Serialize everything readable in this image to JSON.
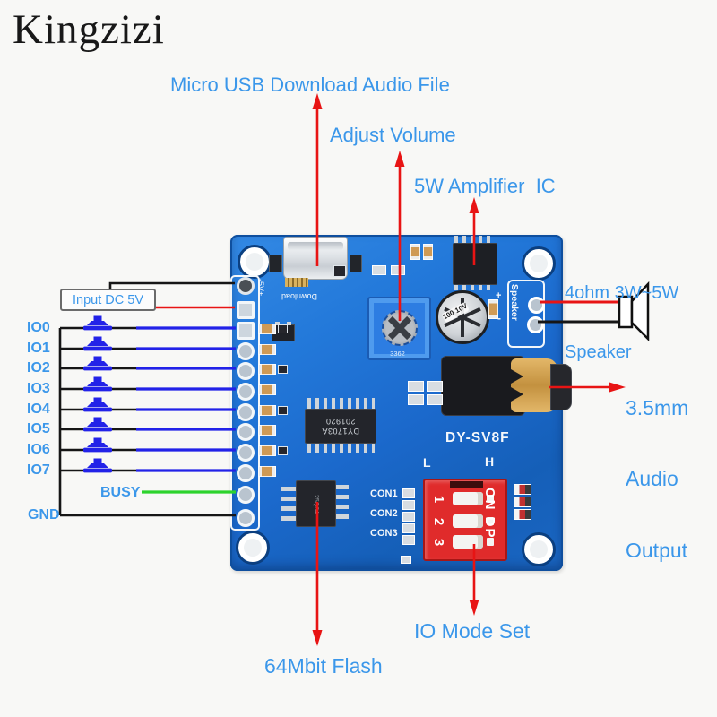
{
  "brand": "Kingzizi",
  "colors": {
    "label_blue": "#3b97ea",
    "arrow_red": "#e81414",
    "wire_blue": "#2222e8",
    "wire_green": "#2dd32d",
    "wire_black": "#161616",
    "pcb_blue": "#1e6fd0",
    "dip_red": "#e02b2b"
  },
  "annotations": {
    "usb": "Micro USB Download Audio File",
    "volume": "Adjust Volume",
    "amp": "5W Amplifier  IC",
    "speaker_l1": "4ohm 3W~5W",
    "speaker_l2": "Speaker",
    "audio_l1": "3.5mm",
    "audio_l2": "Audio",
    "audio_l3": "Output",
    "io_mode": "IO Mode Set",
    "flash": "64Mbit Flash",
    "input_dc": "Input DC 5V"
  },
  "left_pins": {
    "io_labels": [
      "IO0",
      "IO1",
      "IO2",
      "IO3",
      "IO4",
      "IO5",
      "IO6",
      "IO7"
    ],
    "busy": "BUSY",
    "gnd": "GND"
  },
  "board": {
    "model": "DY-SV8F",
    "download": "Download",
    "power_marks": "-5V+",
    "speaker_silk": "Speaker",
    "plus": "+",
    "minus": "-",
    "low": "L",
    "high": "H",
    "con": [
      "CON1",
      "CON2",
      "CON3"
    ],
    "dip_on": "ON DP",
    "dip_nums": [
      "1",
      "2",
      "3"
    ],
    "chip_line1": "DY1703A",
    "chip_line2": "201920",
    "flash_chip": "25Q64",
    "pot": "3362",
    "cap": "100 10V"
  }
}
